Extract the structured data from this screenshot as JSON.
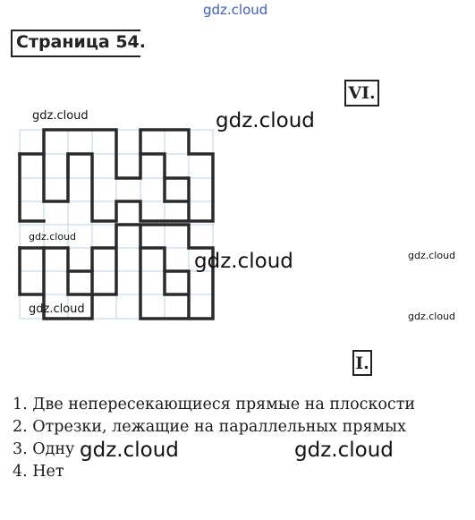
{
  "watermark_top": "gdz.cloud",
  "page_title": "Страница 54.",
  "task_labels": {
    "vi": "VI.",
    "i": "I."
  },
  "watermarks": {
    "text": "gdz.cloud"
  },
  "answers": [
    "1. Две непересекающиеся прямые на плоскости",
    "2. Отрезки, лежащие на параллельных прямых",
    "3. Одну",
    "4. Нет"
  ]
}
